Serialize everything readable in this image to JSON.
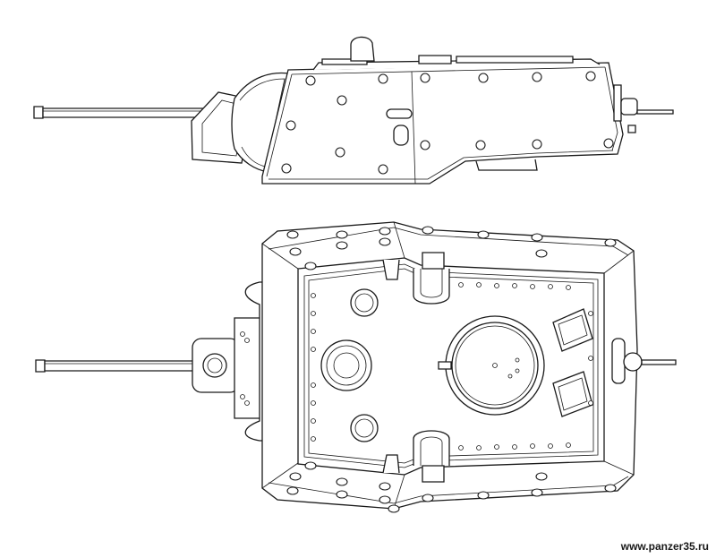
{
  "watermark": {
    "text": "www.panzer35.ru"
  },
  "drawing": {
    "views": [
      "side-view",
      "top-view"
    ],
    "line_color": "#1a1a1a",
    "background": "#ffffff"
  }
}
